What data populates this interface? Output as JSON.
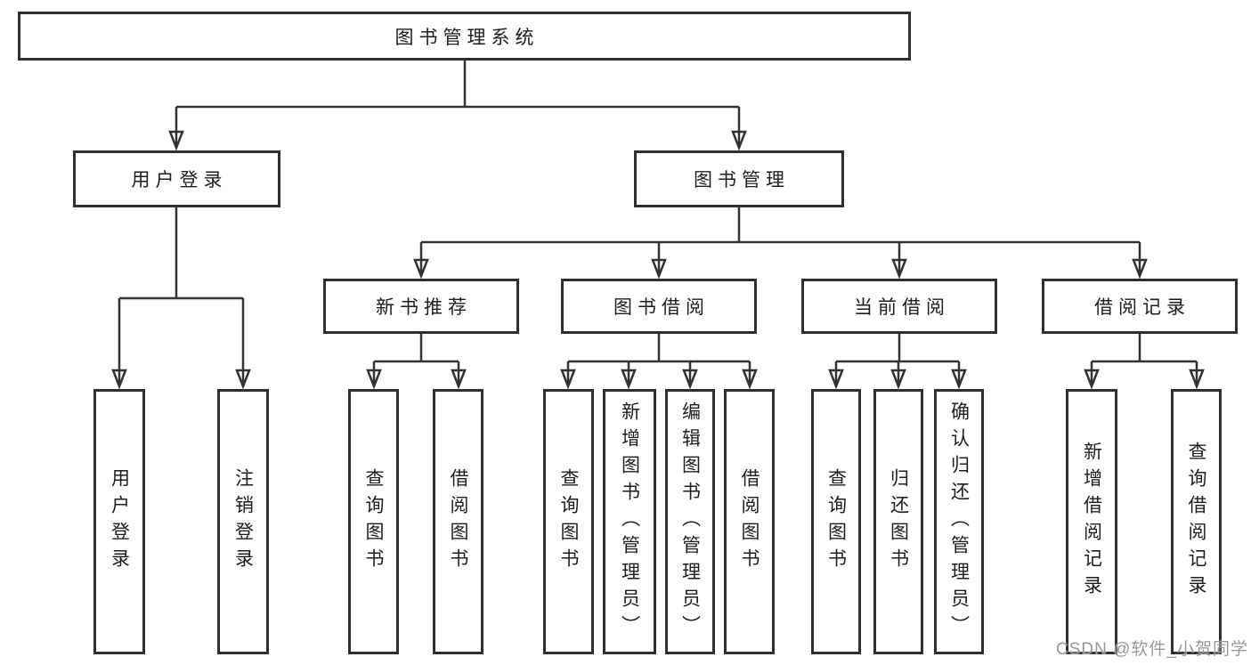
{
  "diagram": {
    "title": "图书管理系统",
    "watermark": "CSDN @软件_小贺同学",
    "colors": {
      "line": "#333333",
      "border": "#2f2f2f",
      "text": "#1e1e1e",
      "background": "#ffffff",
      "watermark": "#949494"
    },
    "nodes": {
      "root": {
        "label": "图书管理系统"
      },
      "level2": [
        {
          "label": "用户登录"
        },
        {
          "label": "图书管理"
        }
      ],
      "level3": [
        {
          "label": "新书推荐",
          "parent": "图书管理"
        },
        {
          "label": "图书借阅",
          "parent": "图书管理"
        },
        {
          "label": "当前借阅",
          "parent": "图书管理"
        },
        {
          "label": "借阅记录",
          "parent": "图书管理"
        }
      ],
      "leaves": [
        {
          "label": "用户登录",
          "parent": "用户登录"
        },
        {
          "label": "注销登录",
          "parent": "用户登录"
        },
        {
          "label": "查询图书",
          "parent": "新书推荐"
        },
        {
          "label": "借阅图书",
          "parent": "新书推荐"
        },
        {
          "label": "查询图书",
          "parent": "图书借阅"
        },
        {
          "label": "新增图书（管理员）",
          "parent": "图书借阅"
        },
        {
          "label": "编辑图书（管理员）",
          "parent": "图书借阅"
        },
        {
          "label": "借阅图书",
          "parent": "图书借阅"
        },
        {
          "label": "查询图书",
          "parent": "当前借阅"
        },
        {
          "label": "归还图书",
          "parent": "当前借阅"
        },
        {
          "label": "确认归还（管理员）",
          "parent": "当前借阅"
        },
        {
          "label": "新增借阅记录",
          "parent": "借阅记录"
        },
        {
          "label": "查询借阅记录",
          "parent": "借阅记录"
        }
      ]
    }
  }
}
